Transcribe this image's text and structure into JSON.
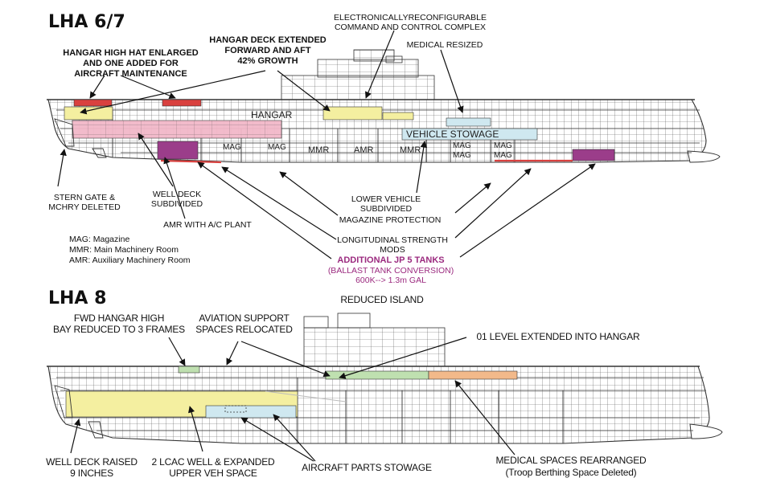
{
  "lha67": {
    "title": "LHA 6/7",
    "hangar_high_hat": "HANGAR HIGH HAT ENLARGED\nAND ONE ADDED FOR\nAIRCRAFT MAINTENANCE",
    "hangar_deck": "HANGAR DECK EXTENDED\nFORWARD AND AFT\n42% GROWTH",
    "erccc": "ELECTRONICALLYRECONFIGURABLE\nCOMMAND AND CONTROL COMPLEX",
    "medical": "MEDICAL RESIZED",
    "stern_gate": "STERN GATE &\nMCHRY DELETED",
    "well_deck": "WELL DECK\nSUBDIVIDED",
    "amr_ac": "AMR WITH A/C PLANT",
    "lower_vehicle": "LOWER VEHICLE\nSUBDIVIDED",
    "magazine_protection": "MAGAZINE PROTECTION",
    "longitudinal": "LONGITUDINAL STRENGTH\nMODS",
    "jp5": "ADDITIONAL JP 5 TANKS",
    "jp5_sub": "(BALLAST TANK CONVERSION)\n600K--> 1.3m GAL",
    "legend": [
      "MAG: Magazine",
      "MMR: Main Machinery Room",
      "AMR: Auxiliary Machinery Room"
    ],
    "inner_labels": {
      "hangar": "HANGAR",
      "vehicle_stowage": "VEHICLE STOWAGE",
      "mag1": "MAG",
      "mag2": "MAG",
      "mmr1": "MMR",
      "amr": "AMR",
      "mmr2": "MMR",
      "mag3": "MAG",
      "mag4": "MAG",
      "mag5": "MAG",
      "mag6": "MAG"
    }
  },
  "lha8": {
    "title": "LHA 8",
    "reduced_island": "REDUCED ISLAND",
    "fwd_hangar": "FWD HANGAR HIGH\nBAY REDUCED TO 3 FRAMES",
    "aviation_support": "AVIATION SUPPORT\nSPACES RELOCATED",
    "level01": "01 LEVEL EXTENDED INTO HANGAR",
    "well_deck_raised": "WELL DECK RAISED\n9 INCHES",
    "lcac": "2 LCAC WELL & EXPANDED\nUPPER VEH SPACE",
    "aircraft_parts": "AIRCRAFT PARTS STOWAGE",
    "medical_spaces": "MEDICAL SPACES REARRANGED",
    "troop_berthing": "(Troop Berthing Space Deleted)"
  },
  "colors": {
    "red": "#d9413f",
    "yellow": "#f4efa0",
    "pink": "#f2b8c9",
    "purple": "#9b3d8a",
    "light_blue": "#cfe8f0",
    "green": "#bfe0b0",
    "orange": "#f2b98a",
    "magenta_text": "#9b2a7f"
  }
}
